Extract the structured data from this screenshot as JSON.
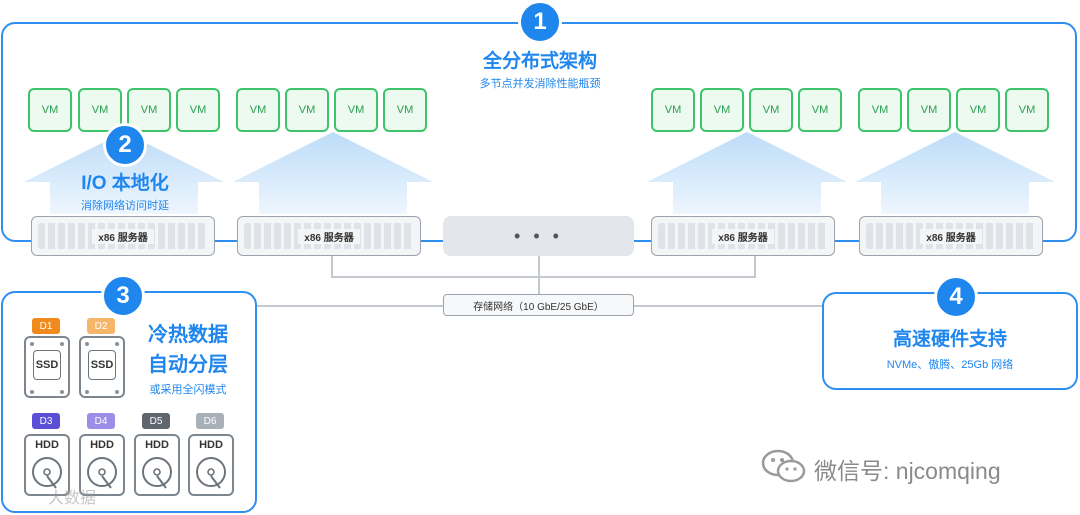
{
  "section1": {
    "number": "1",
    "title": "全分布式架构",
    "subtitle": "多节点并发消除性能瓶颈"
  },
  "section2": {
    "number": "2",
    "title": "I/O 本地化",
    "subtitle": "消除网络访问时延"
  },
  "section3": {
    "number": "3",
    "title_line1": "冷热数据",
    "title_line2": "自动分层",
    "subtitle": "或采用全闪模式"
  },
  "section4": {
    "number": "4",
    "title": "高速硬件支持",
    "subtitle": "NVMe、傲腾、25Gb 网络"
  },
  "vm_label": "VM",
  "server_label": "x86 服务器",
  "ellipsis": "• • •",
  "network_label": "存储网络（10 GbE/25 GbE）",
  "drives": [
    {
      "tag": "D1",
      "type": "SSD",
      "color": "#f08a1c"
    },
    {
      "tag": "D2",
      "type": "SSD",
      "color": "#f6b66a"
    },
    {
      "tag": "D3",
      "type": "HDD",
      "color": "#5b4fd6"
    },
    {
      "tag": "D4",
      "type": "HDD",
      "color": "#9b8ee8"
    },
    {
      "tag": "D5",
      "type": "HDD",
      "color": "#5f666e"
    },
    {
      "tag": "D6",
      "type": "HDD",
      "color": "#a9b0b8"
    }
  ],
  "watermark_wechat": "微信号: njcomqing",
  "watermark_left": "大数据",
  "colors": {
    "accent": "#1f86ee",
    "vm_green": "#3ec46a",
    "arrow_blue": "#d2e8fb"
  }
}
